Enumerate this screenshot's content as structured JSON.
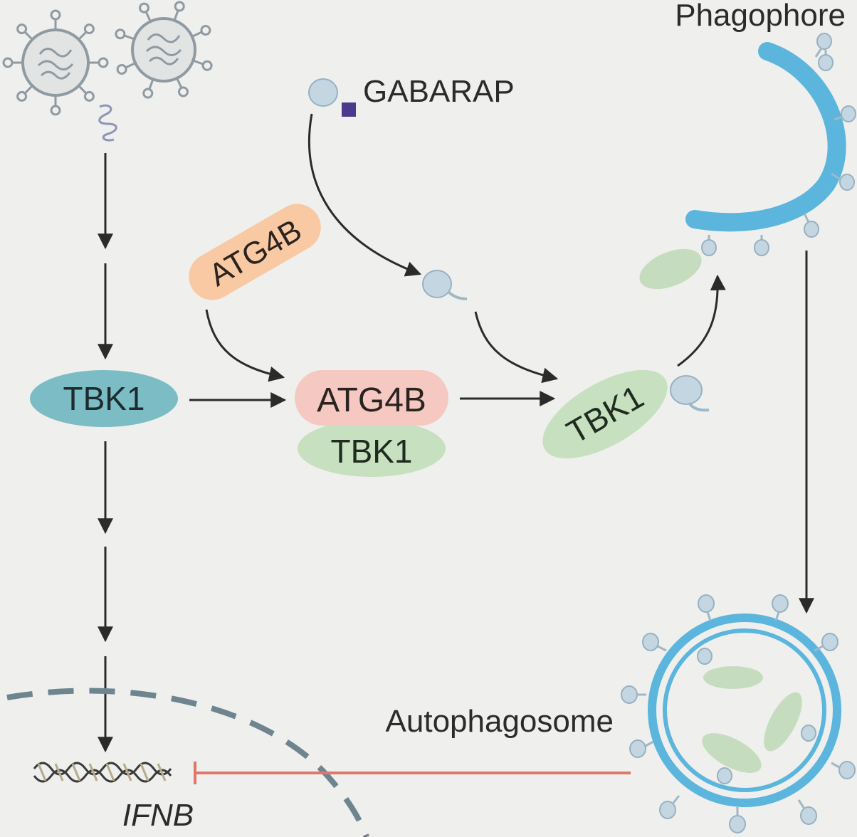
{
  "labels": {
    "phagophore": "Phagophore",
    "gabarap": "GABARAP",
    "atg4b_free": "ATG4B",
    "tbk1_left": "TBK1",
    "atg4b_complex": "ATG4B",
    "tbk1_complex": "TBK1",
    "tbk1_tilted": "TBK1",
    "autophagosome": "Autophagosome",
    "gene": "IFNB"
  },
  "colors": {
    "background": "#efefed",
    "arrow": "#2b2b2b",
    "membrane": "#5bb5dd",
    "gabarap": "#b9d0de",
    "tbk1_teal": "#7bbcc5",
    "tbk1_green": "#c7e0c0",
    "atg4b_orange": "#f9c9a3",
    "atg4b_pink": "#f6c8c2",
    "cargo_green": "#c6dcbf",
    "inhibition": "#e0776a",
    "nucleus_dash": "#6e8590",
    "virus": "#8f9aa2"
  }
}
